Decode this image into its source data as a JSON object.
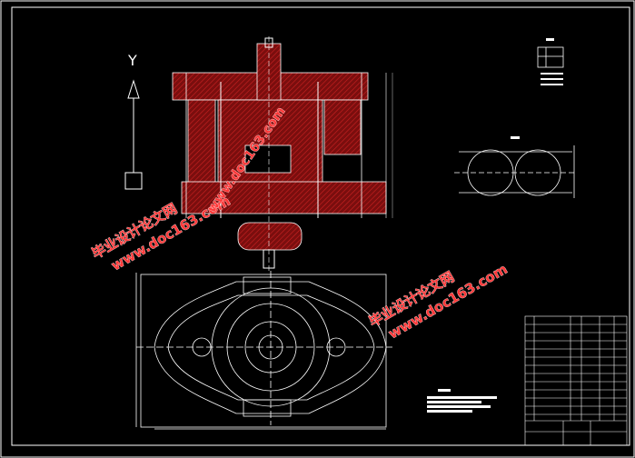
{
  "watermarks": [
    {
      "line1": "毕业设计论文网",
      "line2": "www.doc163.com"
    },
    {
      "line1": "毕业设计论文网",
      "line2": "www.doc163.com"
    }
  ],
  "axis_label": "Y",
  "colors": {
    "background": "#000000",
    "lines": "#ffffff",
    "section_fill": "#8b1111",
    "center_lines": "#ffffff",
    "watermark": "#ff3a3a"
  }
}
